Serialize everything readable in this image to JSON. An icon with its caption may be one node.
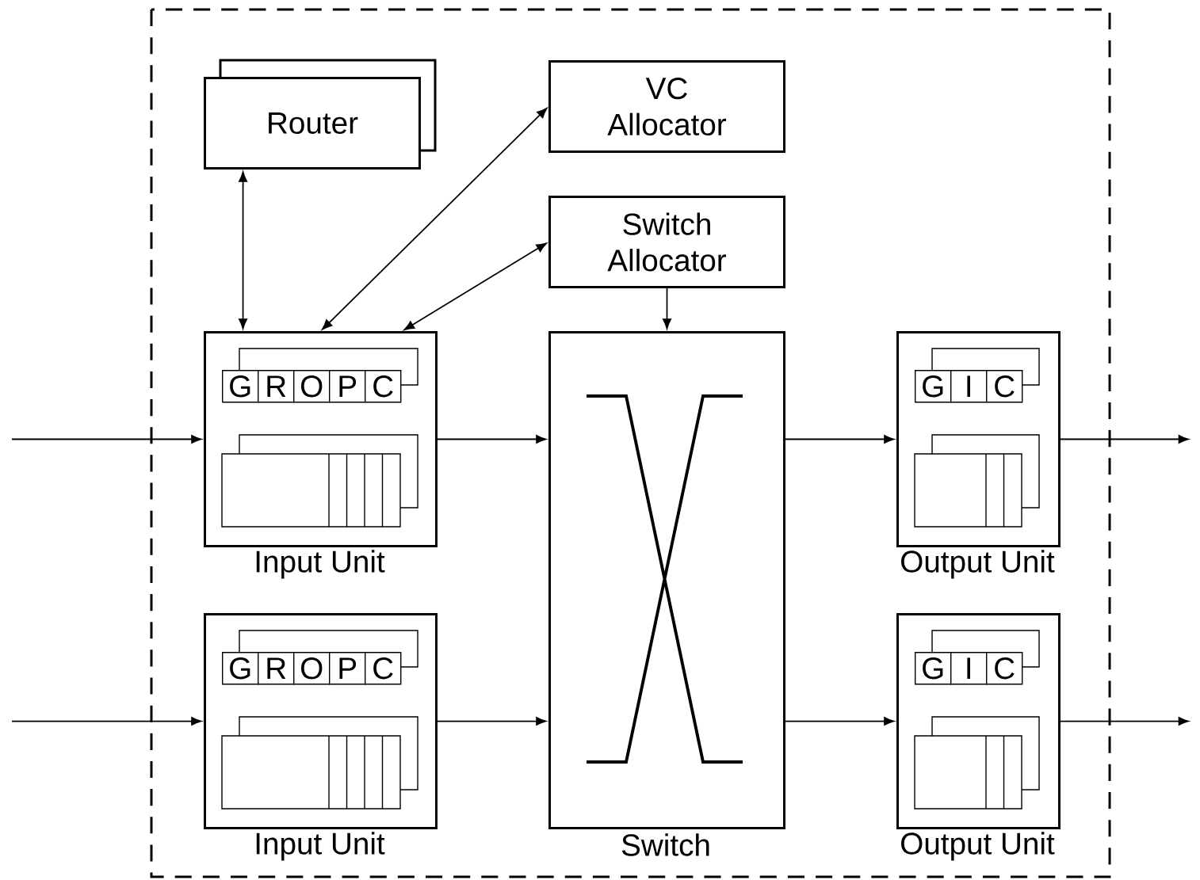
{
  "diagram": {
    "nodes": [
      {
        "text": [
          "Router"
        ]
      },
      {
        "text": [
          "VC Allocator"
        ]
      },
      {
        "text": [
          "Switch Allocator"
        ]
      },
      {
        "text": [
          "Input Unit"
        ]
      },
      {
        "text": [
          "G"
        ],
        "in": 3
      },
      {
        "text": [
          "R"
        ],
        "in": 3
      },
      {
        "text": [
          "O"
        ],
        "in": 3
      },
      {
        "text": [
          "P"
        ],
        "in": 3
      },
      {
        "text": [
          "C"
        ],
        "in": 3
      },
      {
        "text": [
          "Switch"
        ]
      },
      {
        "text": [
          "Output Unit"
        ]
      },
      {
        "text": [
          "G"
        ],
        "in": 10
      },
      {
        "text": [
          "I"
        ],
        "in": 10
      },
      {
        "text": [
          "C"
        ],
        "in": 10
      },
      {
        "text": [
          "Input Unit"
        ]
      },
      {
        "text": [
          "G"
        ],
        "in": 14
      },
      {
        "text": [
          "R"
        ],
        "in": 14
      },
      {
        "text": [
          "O"
        ],
        "in": 14
      },
      {
        "text": [
          "P"
        ],
        "in": 14
      },
      {
        "text": [
          "C"
        ],
        "in": 14
      },
      {
        "text": [
          "Output Unit"
        ]
      },
      {
        "text": [
          "G"
        ],
        "in": 20
      },
      {
        "text": [
          "I"
        ],
        "in": 20
      },
      {
        "text": [
          "C"
        ],
        "in": 20
      }
    ],
    "edges": [
      {
        "from": 0,
        "to": 3,
        "arrow": "both"
      },
      {
        "from": 1,
        "to": 3,
        "arrow": "both"
      },
      {
        "from": 2,
        "to": 3,
        "arrow": "both"
      },
      {
        "from": 2,
        "to": 9,
        "arrow": "to"
      },
      {
        "from": null,
        "to": 3,
        "arrow": "to"
      },
      {
        "from": null,
        "to": 14,
        "arrow": "to"
      },
      {
        "from": 3,
        "to": 9,
        "arrow": "to"
      },
      {
        "from": 14,
        "to": 9,
        "arrow": "to"
      },
      {
        "from": 9,
        "to": 10,
        "arrow": "to"
      },
      {
        "from": 9,
        "to": 20,
        "arrow": "to"
      },
      {
        "from": 10,
        "to": null,
        "arrow": "to"
      },
      {
        "from": 20,
        "to": null,
        "arrow": "to"
      }
    ]
  }
}
